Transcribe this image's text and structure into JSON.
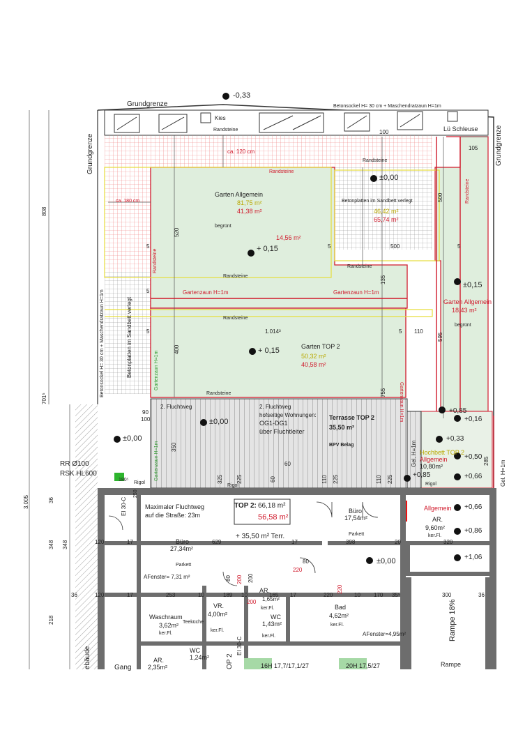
{
  "levels": {
    "top": "-0,33",
    "garden_main": "+ 0,15",
    "garden_right_top": "±0,00",
    "garden_right": "±0,15",
    "garden_top2": "+ 0,15",
    "terrace": "±0,00",
    "left_entry": "±0,00",
    "r085a": "+0,85",
    "r016": "+0,16",
    "r033": "+0,33",
    "r050": "+0,50",
    "r085b": "+0,85",
    "r066a": "+0,66",
    "r066b": "+0,66",
    "r086": "+0,86",
    "r106": "+1,06",
    "floor": "±0,00"
  },
  "labels": {
    "grundgrenze_top": "Grundgrenze",
    "grundgrenze_left": "Grundgrenze",
    "grundgrenze_right": "Grundgrenze",
    "betonsockel_top": "Betonsockel H= 30 cm + Maschendratzaun H=1m",
    "betonsockel_left": "Betonsockel H= 30 cm + Maschendratzaun H=1m",
    "kies": "Kies",
    "lue_schleuse": "Lü Schleuse",
    "randsteine_1": "Randsteine",
    "randsteine_2": "Randsteine",
    "randsteine_3": "Randsteine",
    "randsteine_4": "Randsteine",
    "randsteine_5": "Randsteine",
    "randsteine_6": "Randsteine",
    "randsteine_7": "Randsteine",
    "randsteine_8": "Randsteine",
    "randsteine_9": "Randsteine",
    "ca120": "ca. 120 cm",
    "ca180": "ca. 180 cm",
    "garten_allgemein": "Garten Allgemein",
    "garten_allgemein_a1": "81,75 m²",
    "garten_allgemein_a2": "41,38 m²",
    "beton_sandbett": "Betonplatten im Sandbett verlegt",
    "beton_sandbett_left": "Betonplatten im Sandbett verlegt",
    "right_a1": "46,42 m²",
    "right_a2": "65,74 m²",
    "begruent_1": "begrünt",
    "begruent_2": "begrünt",
    "area_1456": "14,56 m²",
    "gartenzaun_1": "Gartenzaun H=1m",
    "gartenzaun_2": "Gartenzaun H=1m",
    "gartenzaun_3": "Gartenzaun H=1m",
    "gartenzaun_4": "Gartenzaun H=1m",
    "gartenzaun_5": "Gartenzaun H=1m",
    "garten_allg_right": "Garten Allgemein",
    "garten_allg_right_a": "18,43 m²",
    "garten_top2": "Garten TOP 2",
    "garten_top2_a1": "50,32 m²",
    "garten_top2_a2": "40,58 m²",
    "fluchtweg_2": "2. Fluchtweg",
    "fluchtweg_2b": "2. Fluchtweg",
    "fluchtweg_sub": "hofseitige Wohnungen:",
    "fluchtweg_og": "OG1-DG1",
    "fluchtweg_leiter": "über Fluchtleiter",
    "terrasse_top2": "Terrasse TOP 2",
    "terrasse_a": "35,50 m²",
    "bpv_belag": "BPV Belag",
    "hochbett": "Hochbett TOP 2",
    "allgemein": "Allgemein",
    "hochbett_a": "10,80m²",
    "gel_1": "Gel. H=1m",
    "gel_2": "Gel. H=1m",
    "rigol_1": "Rigol",
    "rigol_2": "Rigol",
    "rigol_3": "Rigol",
    "rr": "RR Ø100",
    "rsk": "RSK HL600",
    "ei30": "EI 30-C",
    "ei30b": "EI 30-C",
    "max_flucht_1": "Maximaler Fluchtweg",
    "max_flucht_2": "auf die Straße: 23m",
    "top2_title": "TOP 2:",
    "top2_a1": "66,18 m²",
    "top2_a2": "56,58 m²",
    "top2_terr": "+ 35,50 m² Terr.",
    "buero_1": "Büro",
    "buero_1_a": "17,54m²",
    "buero_2": "Büro",
    "buero_2_a": "27,34m²",
    "parkett_1": "Parkett",
    "parkett_2": "Parkett",
    "allgemein_ar": "Allgemein",
    "ar_1": "AR.",
    "ar_1_a": "9,60m²",
    "kerfl_1": "ker.Fl.",
    "afenster_1": "AFenster= 7,31 m²",
    "afenster_2": "AFenster=4,95m²",
    "ar_2": "AR.",
    "ar_2_a": "1,65m²",
    "kerfl_2": "ker.Fl.",
    "vr": "VR.",
    "vr_a": "4,00m²",
    "kerfl_3": "ker.Fl.",
    "wc_1": "WC",
    "wc_1_a": "1,43m²",
    "kerfl_4": "ker.Fl.",
    "bad": "Bad",
    "bad_a": "4,62m²",
    "kerfl_5": "ker.Fl.",
    "waschraum": "Waschraum",
    "waschraum_a": "3,62m²",
    "teekueche": "Teeküche",
    "kerfl_6": "ker.Fl.",
    "ar_3": "AR.",
    "ar_3_a": "2,35m²",
    "wc_2": "WC",
    "wc_2_a": "1,24m²",
    "gang": "Gang",
    "gebaeude": "ebäude",
    "rampe": "Rampe 18%",
    "rampe_2": "Rampe",
    "stair_1": "16H 17,7/17,1/27",
    "stair_2": "20H 17,5/27",
    "top2_v": "OP 2"
  },
  "dims": {
    "d100": "100",
    "d105": "105",
    "d500a": "500",
    "d500b": "500",
    "d520": "520",
    "d135": "135",
    "d400": "400",
    "d1014": "1.014³",
    "d110": "110",
    "d595": "595",
    "d755": "755",
    "d350": "350",
    "d325": "325",
    "d225a": "225",
    "d60a": "60",
    "d60b": "60",
    "d110b": "110",
    "d225b": "225",
    "d110c": "110",
    "d225c": "225",
    "d90": "90",
    "d100b": "100",
    "d285": "285",
    "d5a": "5",
    "d5b": "5",
    "d5c": "5",
    "d5d": "5",
    "d5e": "5",
    "d5f": "5",
    "d808": "808",
    "d701": "701⁵",
    "d3005": "3.005",
    "d36": "36",
    "d20": "20",
    "d348a": "348",
    "d348b": "348",
    "d10": "10",
    "d100c": "100",
    "d218": "218",
    "d17": "17",
    "d120": "120",
    "d120b": "120",
    "d17b": "17",
    "d629": "629",
    "d17c": "17",
    "d398": "398",
    "d20b": "20",
    "d320": "320",
    "d36b": "36",
    "d120c": "120",
    "d17d": "17",
    "d253": "253",
    "d10b": "10",
    "d189": "189",
    "d10c": "10",
    "d165": "165",
    "d17e": "17",
    "d220": "220",
    "d10d": "10",
    "d170": "170",
    "d355": "35⁵",
    "d300": "300",
    "d36c": "36",
    "d200a": "200",
    "d200b": "200",
    "d220b": "220",
    "d200c": "200",
    "d220c": "220",
    "d80a": "80",
    "d80b": "80",
    "d80c": "80",
    "d180": "180⁵",
    "d250": "250",
    "d200d": "200"
  },
  "colors": {
    "garden": "#dfeedd",
    "red": "#d0192b",
    "yellow": "#e6dd3a",
    "wall": "#6d6d6d",
    "terrace": "#dedede"
  }
}
